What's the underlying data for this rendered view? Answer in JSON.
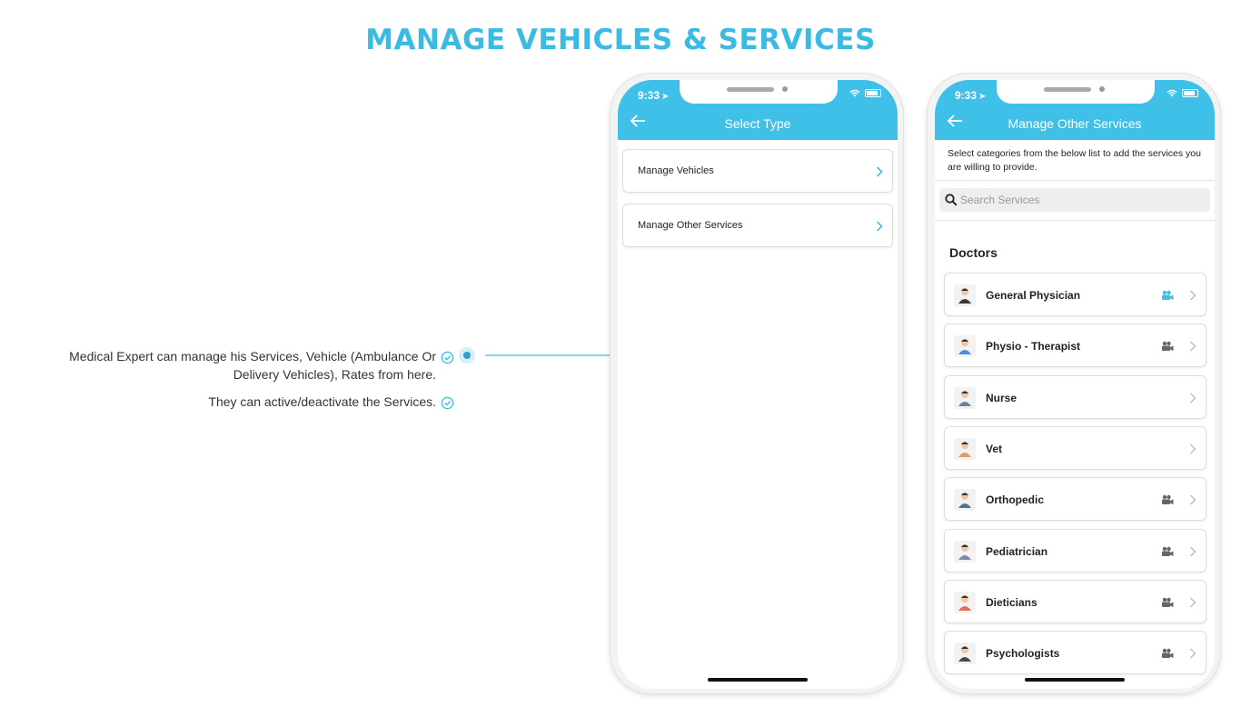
{
  "page_title": "MANAGE VEHICLES & SERVICES",
  "callout": {
    "line1": "Medical Expert can manage his Services, Vehicle (Ambulance Or Delivery Vehicles), Rates from here.",
    "line2": "They can active/deactivate the Services."
  },
  "colors": {
    "accent": "#3ec0e8",
    "title": "#3bbbe4",
    "video_active": "#3ec0e8",
    "video_inactive": "#666666"
  },
  "phone1": {
    "status_time": "9:33",
    "title": "Select Type",
    "options": [
      "Manage Vehicles",
      "Manage Other Services"
    ]
  },
  "phone2": {
    "status_time": "9:33",
    "title": "Manage Other Services",
    "intro": "Select categories from the below list to add the services you are willing to provide.",
    "search_placeholder": "Search Services",
    "section_title": "Doctors",
    "services": [
      {
        "name": "General Physician",
        "icon": "doctor-male-icon",
        "video": "active"
      },
      {
        "name": "Physio - Therapist",
        "icon": "physio-icon",
        "video": "inactive"
      },
      {
        "name": "Nurse",
        "icon": "nurse-icon",
        "video": "none"
      },
      {
        "name": "Vet",
        "icon": "vet-icon",
        "video": "none"
      },
      {
        "name": "Orthopedic",
        "icon": "orthopedic-icon",
        "video": "inactive"
      },
      {
        "name": "Pediatrician",
        "icon": "pediatrician-icon",
        "video": "inactive"
      },
      {
        "name": "Dieticians",
        "icon": "dietician-icon",
        "video": "inactive"
      },
      {
        "name": "Psychologists",
        "icon": "psychologist-icon",
        "video": "inactive"
      }
    ]
  }
}
